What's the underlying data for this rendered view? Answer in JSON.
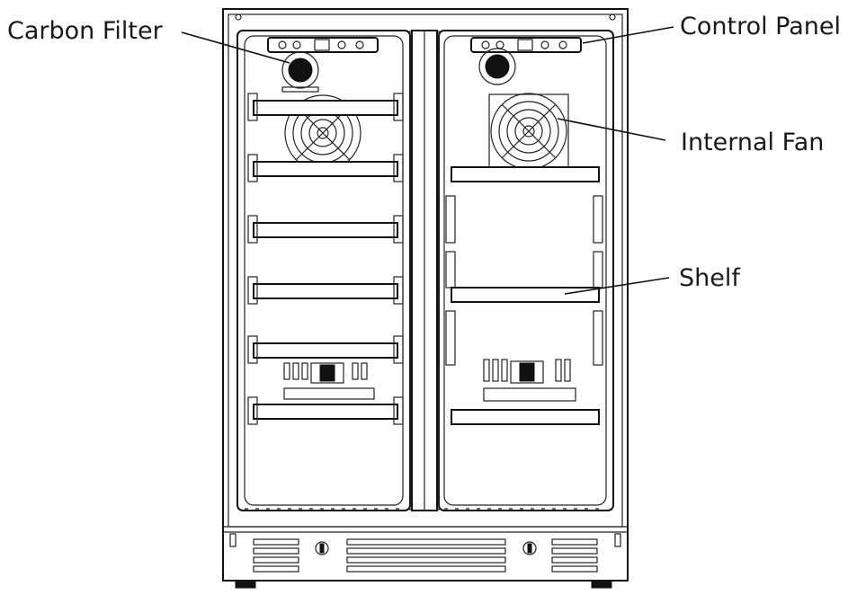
{
  "callouts": {
    "carbon_filter": "Carbon Filter",
    "control_panel": "Control Panel",
    "internal_fan": "Internal Fan",
    "shelf": "Shelf"
  },
  "colors": {
    "line": "#111111",
    "background": "#ffffff"
  }
}
